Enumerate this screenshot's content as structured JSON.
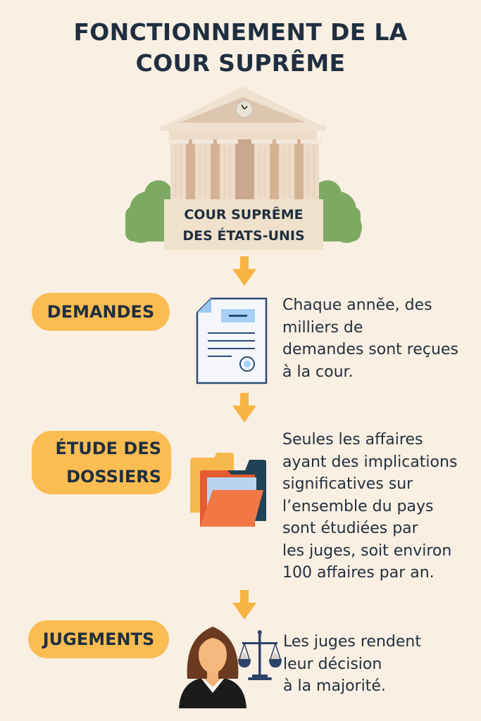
{
  "title": {
    "line1": "FONCTIONNEMENT DE LA",
    "line2": "COUR SUPRÊME"
  },
  "building": {
    "icon": "courthouse-icon",
    "label_line1": "COUR SUPRÊME",
    "label_line2": "DES ÉTATS-UNIS"
  },
  "steps": [
    {
      "label": "DEMANDES",
      "icon": "document-icon",
      "description": "Chaque annĕe, des\nmilliers de\ndemandes sont reçues\nà la cour."
    },
    {
      "label_line1": "ÉTUDE DES",
      "label_line2": "DOSSIERS",
      "icon": "folders-icon",
      "description": "Seules les affaires\nayant des implications\nsignificatives sur\nl’ensemble du pays\nsont étudiées par\nles juges, soit environ\n100 affaires par an."
    },
    {
      "label": "JUGEMENTS",
      "icon": "judge-with-scales-icon",
      "description": "Les juges rendent\nleur décision\nà la majorité."
    }
  ],
  "colors": {
    "background": "#f9efe3",
    "pill": "#fbbd52",
    "arrow": "#f8b443",
    "text_dark": "#1f2f40",
    "bush_green": "#7daa63"
  }
}
